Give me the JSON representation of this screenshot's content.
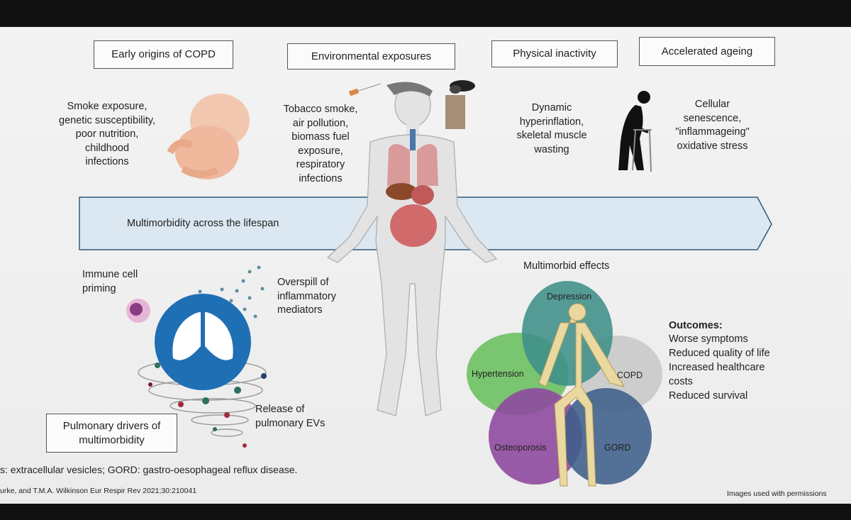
{
  "header_boxes": {
    "early_origins": "Early origins of COPD",
    "environmental": "Environmental exposures",
    "physical_inactivity": "Physical inactivity",
    "accelerated_ageing": "Accelerated ageing"
  },
  "descriptions": {
    "early_origins": "Smoke exposure,\ngenetic susceptibility,\npoor nutrition,\nchildhood\ninfections",
    "environmental": "Tobacco smoke,\nair pollution,\nbiomass fuel\nexposure,\nrespiratory\ninfections",
    "physical_inactivity": "Dynamic\nhyperinflation,\nskeletal muscle\nwasting",
    "accelerated_ageing": "Cellular\nsenescence,\n\"inflammageing\"\noxidative stress"
  },
  "lifespan_arrow": "Multimorbidity across the lifespan",
  "pulmonary": {
    "immune_priming": "Immune cell\npriming",
    "overspill": "Overspill of\ninflammatory\nmediators",
    "release_evs": "Release of\npulmonary EVs",
    "drivers_box": "Pulmonary drivers of\nmultimorbidity"
  },
  "multimorbid": {
    "title": "Multimorbid effects",
    "petals": {
      "depression": "Depression",
      "hypertension": "Hypertension",
      "copd": "COPD",
      "osteoporosis": "Osteoporosis",
      "gord": "GORD"
    },
    "colors": {
      "depression": "#3f8f8a",
      "hypertension": "#6abf5e",
      "copd": "#c9c9c9",
      "osteoporosis": "#8e4a9e",
      "gord": "#3d5f8a"
    }
  },
  "outcomes": {
    "title": "Outcomes:",
    "items": "Worse symptoms\nReduced quality of life\nIncreased healthcare\n   costs\nReduced survival"
  },
  "footer": {
    "abbreviations": "s: extracellular vesicles; GORD: gastro-oesophageal reflux disease.",
    "citation": "urke, and T.M.A. Wilkinson Eur Respir Rev 2021;30:210041",
    "permissions": "Images used with permissions"
  },
  "colors": {
    "arrow_fill": "#dbe8f1",
    "arrow_stroke": "#2d5a7b",
    "lung_circle": "#1f6fb5"
  }
}
